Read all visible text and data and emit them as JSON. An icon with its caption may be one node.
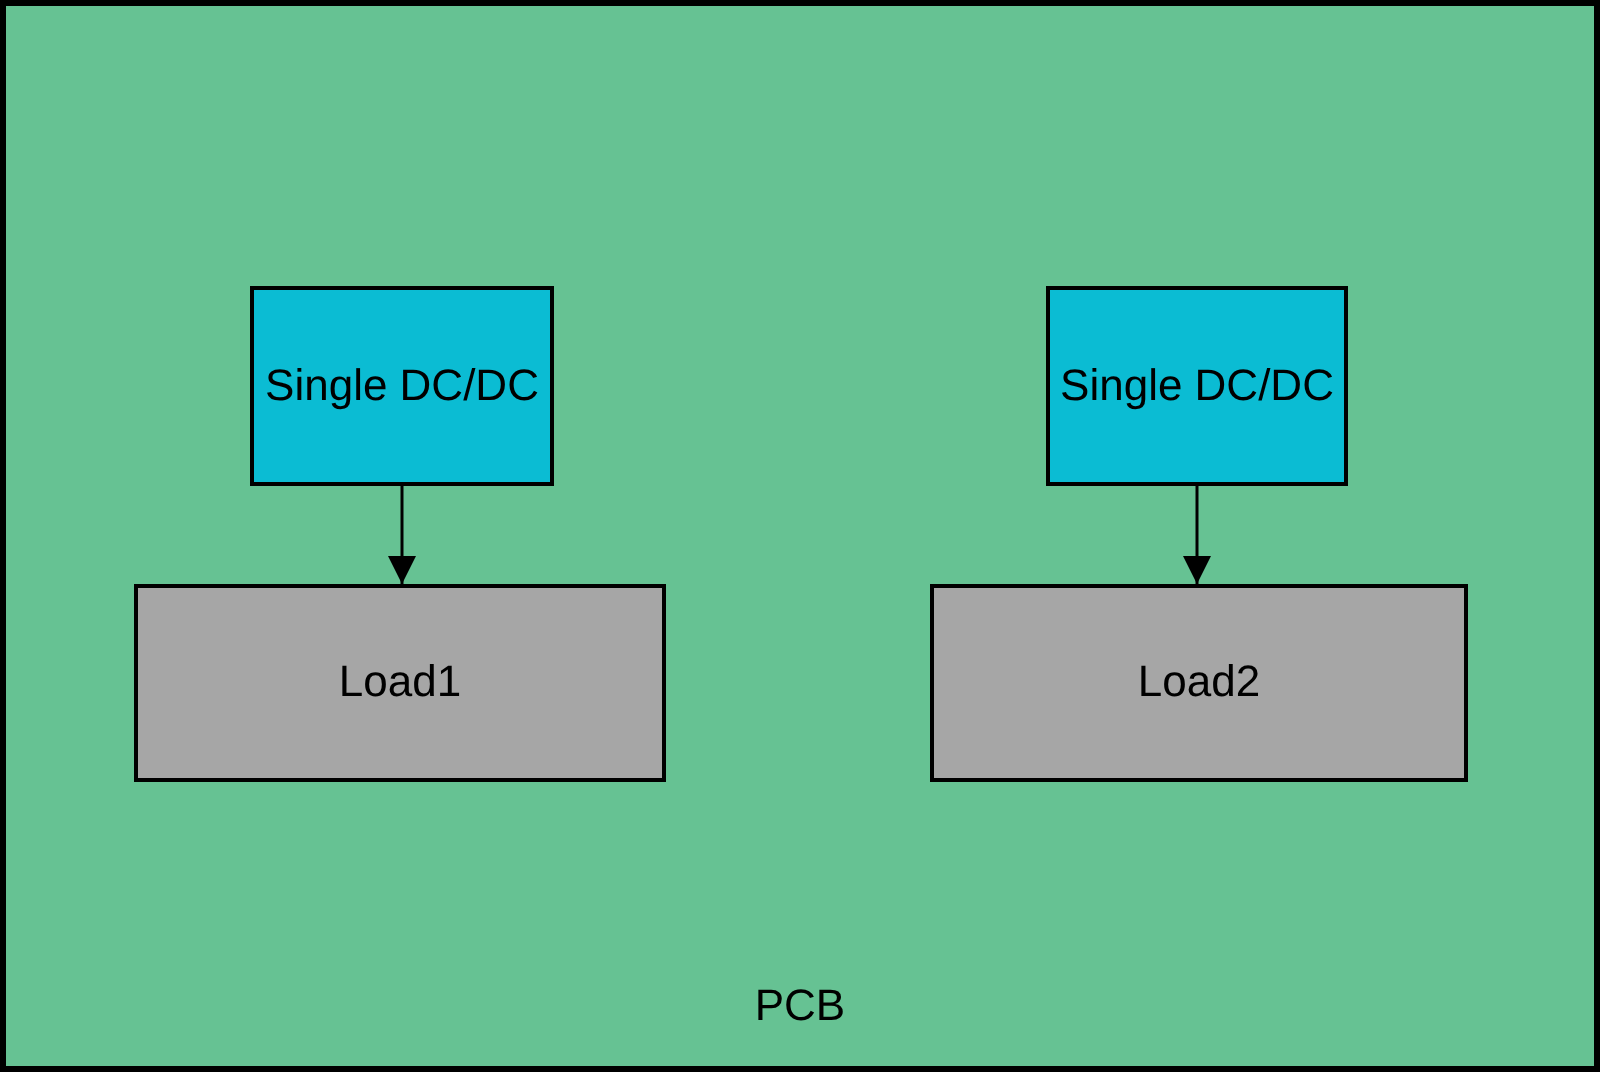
{
  "diagram": {
    "nodes": [
      {
        "text": [
          "PCB"
        ]
      },
      {
        "text": [
          "Single DC/DC"
        ],
        "in": 0
      },
      {
        "text": [
          "Load1"
        ],
        "in": 0
      },
      {
        "text": [
          "Single DC/DC"
        ],
        "in": 0
      },
      {
        "text": [
          "Load2"
        ],
        "in": 0
      }
    ],
    "edges": [
      {
        "from": 1,
        "to": 2,
        "arrow": "to"
      },
      {
        "from": 3,
        "to": 4,
        "arrow": "to"
      }
    ]
  }
}
